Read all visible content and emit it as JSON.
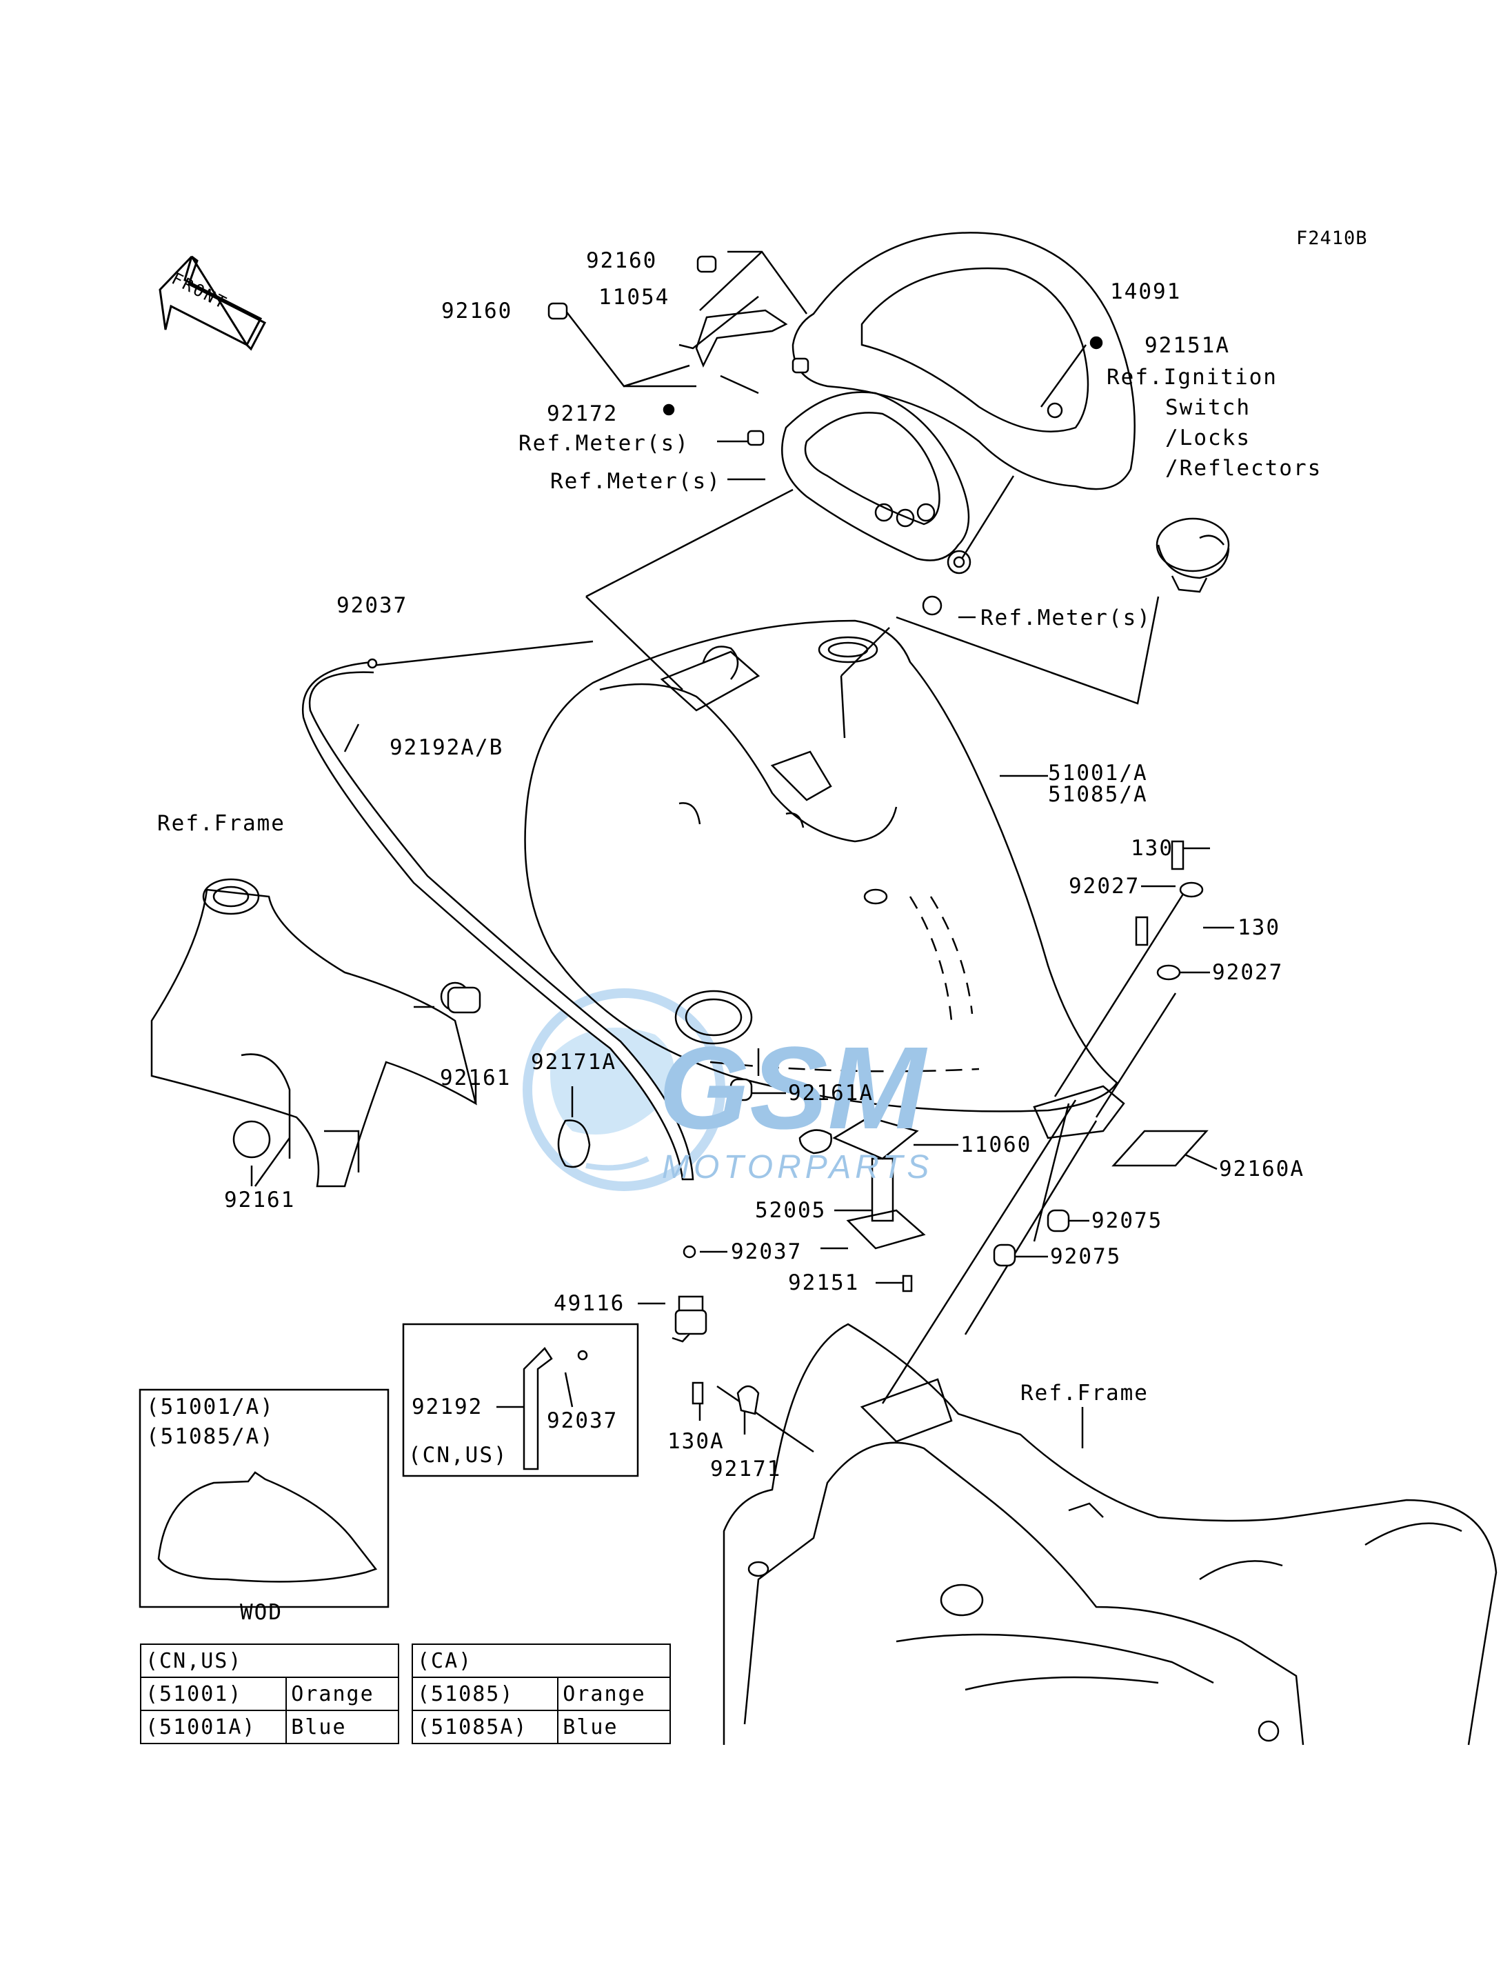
{
  "diagram_code": "F2410B",
  "front_label": "FRONT",
  "watermark": {
    "brand": "GSM",
    "sub": "MOTORPARTS"
  },
  "callouts": {
    "p92160_top": "92160",
    "p14091": "14091",
    "p92160_left": "92160",
    "p11054": "11054",
    "p92151A": "92151A",
    "ref_ignition_1": "Ref.Ignition",
    "ref_ignition_2": "Switch",
    "ref_ignition_3": "/Locks",
    "ref_ignition_4": "/Reflectors",
    "p92172": "92172",
    "ref_meter_1": "Ref.Meter(s)",
    "ref_meter_2": "Ref.Meter(s)",
    "ref_meter_3": "Ref.Meter(s)",
    "p92037_top": "92037",
    "p92192AB": "92192A/B",
    "p51001A": "51001/A",
    "p51085A": "51085/A",
    "ref_frame_left": "Ref.Frame",
    "p130_a": "130",
    "p92027_a": "92027",
    "p130_b": "130",
    "p92027_b": "92027",
    "p92161_right": "92161",
    "p92171A": "92171A",
    "p92161A": "92161A",
    "p11060": "11060",
    "p92160A": "92160A",
    "p92161_bottom": "92161",
    "p52005": "52005",
    "p92075_a": "92075",
    "p92075_b": "92075",
    "p92037_mid": "92037",
    "p92151": "92151",
    "p49116": "49116",
    "p92192": "92192",
    "p92037_box": "92037",
    "cn_us": "(CN,US)",
    "p130A": "130A",
    "p92171": "92171",
    "ref_frame_right": "Ref.Frame"
  },
  "wod_box": {
    "line1": "(51001/A)",
    "line2": "(51085/A)",
    "caption": "WOD"
  },
  "table_cnus": {
    "header": "(CN,US)",
    "rows": [
      {
        "part": "(51001)",
        "color": "Orange"
      },
      {
        "part": "(51001A)",
        "color": "Blue"
      }
    ]
  },
  "table_ca": {
    "header": "(CA)",
    "rows": [
      {
        "part": "(51085)",
        "color": "Orange"
      },
      {
        "part": "(51085A)",
        "color": "Blue"
      }
    ]
  }
}
